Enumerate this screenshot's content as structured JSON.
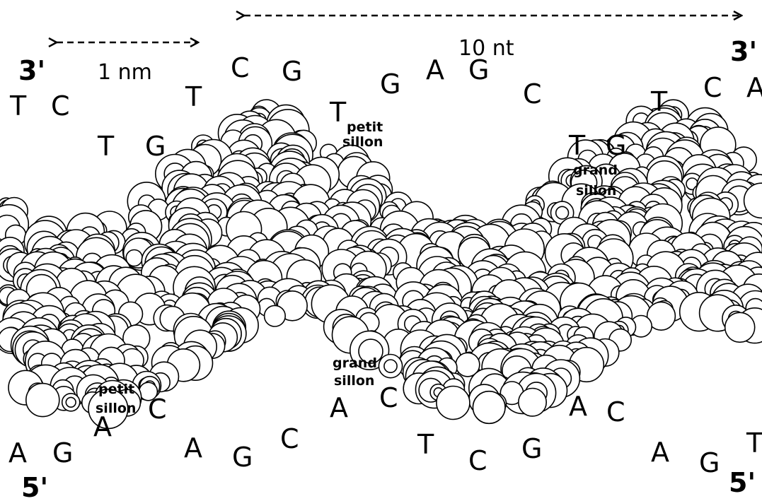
{
  "figure": {
    "scale_small": "1 nm",
    "scale_large": "10 nt",
    "strand_ends": {
      "top_left": "3'",
      "top_right": "3'",
      "bottom_left": "5'",
      "bottom_right": "5'"
    },
    "groove_labels": {
      "petit_top_1": "petit",
      "petit_top_2": "sillon",
      "grand_top_1": "grand",
      "grand_top_2": "sillon",
      "petit_bottom_1": "petit",
      "petit_bottom_2": "sillon",
      "grand_bottom_1": "grand",
      "grand_bottom_2": "sillon"
    },
    "top_bases": [
      "T",
      "C",
      "T",
      "G",
      "T",
      "C",
      "G",
      "T",
      "G",
      "A",
      "G",
      "C",
      "T",
      "G",
      "T",
      "C",
      "A"
    ],
    "bottom_bases": [
      "A",
      "G",
      "A",
      "C",
      "A",
      "G",
      "C",
      "A",
      "C",
      "T",
      "C",
      "G",
      "A",
      "C",
      "A",
      "G",
      "T"
    ]
  }
}
